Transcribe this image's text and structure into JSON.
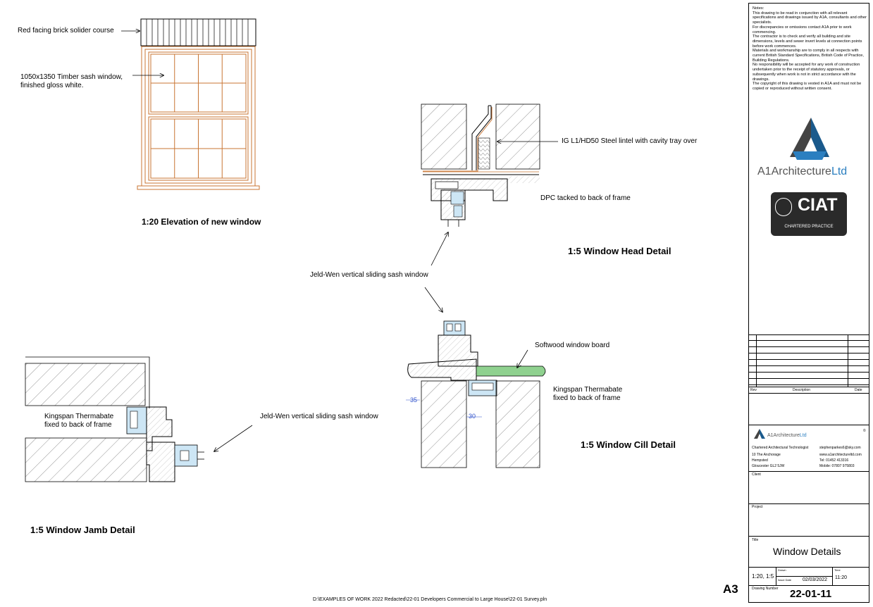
{
  "elevation": {
    "title": "1:20 Elevation of new window",
    "brick_label": "Red facing brick solider course",
    "window_label_line1": "1050x1350 Timber sash window,",
    "window_label_line2": "finished gloss white."
  },
  "head_detail": {
    "title": "1:5 Window Head Detail",
    "lintel_label": "IG L1/HD50 Steel lintel with cavity tray over",
    "dpc_label": "DPC tacked to back of frame"
  },
  "shared_label": "Jeld-Wen vertical sliding sash window",
  "cill_detail": {
    "title": "1:5 Window Cill Detail",
    "board_label": "Softwood window board",
    "kingspan_line1": "Kingspan Thermabate",
    "kingspan_line2": "fixed to back of frame",
    "dim_35": "35",
    "dim_30": "30"
  },
  "jamb_detail": {
    "title": "1:5 Window Jamb Detail",
    "kingspan_line1": "Kingspan Thermabate",
    "kingspan_line2": "fixed to back of frame",
    "sash_label": "Jeld-Wen vertical sliding sash window"
  },
  "footer_path": "D:\\EXAMPLES OF WORK 2022 Redacted\\22-01 Developers Commercial to Large House\\22-01 Survey.pln",
  "sheet_size": "A3",
  "title_block": {
    "notes": [
      "Notes:",
      "This drawing to be read in conjunction with all relevant specifications and drawings issued by A1A, consultants and other specialists.",
      "For discrepancies or omissions contact A1A prior to work commencing.",
      "The contractor is to check and verify all building and site dimensions, levels and sewer invert levels at connection points before work commences.",
      "Materials and workmanship are to comply in all respects with current British Standard Specifications, British Code of Practice, Building Regulations.",
      "No responsibility will be accepted for any work of construction undertaken prior to the receipt of statutory approvals, or subsequently when work is not in strict accordance with the drawings.",
      "The copyright of this drawing is vested in A1A and must not be copied or reproduced without written consent."
    ],
    "logo_text_a": "A1Architecture",
    "logo_text_b": "Ltd",
    "ciat_text": "CIAT",
    "ciat_sub": "CHARTERED PRACTICE",
    "rev_col": "Rev",
    "desc_col": "Description",
    "date_col": "Date",
    "small_logo_a": "A1Architecture",
    "small_logo_b": "Ltd",
    "copyright": "©",
    "role": "Chartered Architectural Technologist",
    "address": [
      "10 The Anchorage",
      "Hempsted",
      "Gloucester GL2 5JW"
    ],
    "contact": [
      "stephenparkes6@sky.com",
      "www.a1architectureltd.com",
      "Tel: 01452 413316",
      "Mobile: 07807 975803"
    ],
    "client_label": "Client",
    "project_label": "Project",
    "title_label": "Title",
    "drawing_title": "Window Details",
    "scale": "1:20, 1:5",
    "drawn_label": "Drawn",
    "issue_date_label": "Issue Date",
    "issue_date": "02/03/2022",
    "time_label": "Time",
    "time": "11:20",
    "drawing_number_label": "Drawing Number",
    "drawing_number": "22-01-11"
  },
  "colors": {
    "window_orange": "#c87533",
    "board_green": "#8fd18f",
    "glass_blue": "#cde6f5",
    "dim_blue": "#3355cc",
    "logo_blue": "#1a5a8c",
    "ciat_dark": "#2a2a2a"
  }
}
